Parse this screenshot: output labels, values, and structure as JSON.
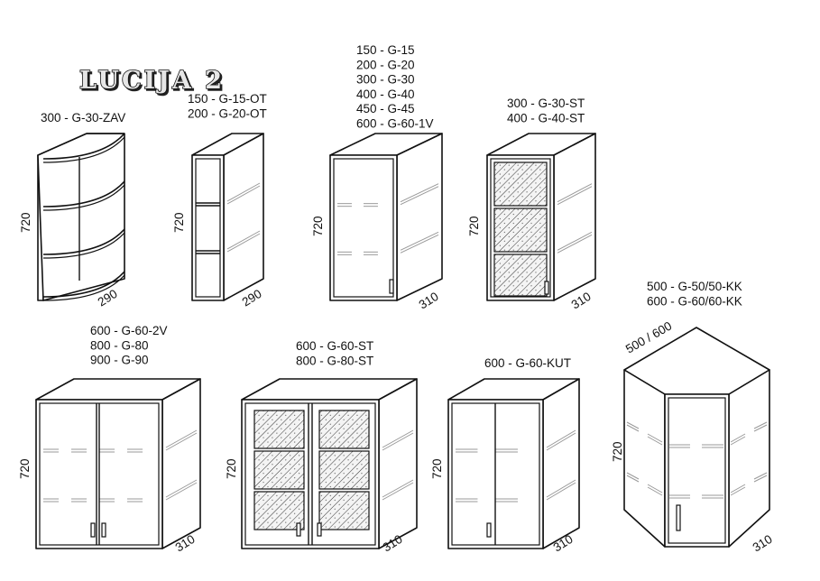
{
  "title": "LUCIJA 2",
  "cabinets": [
    {
      "codes": [
        "300 - G-30-ZAV"
      ],
      "height": "720",
      "depth": "290"
    },
    {
      "codes": [
        "150 - G-15-OT",
        "200 - G-20-OT"
      ],
      "height": "720",
      "depth": "290"
    },
    {
      "codes": [
        "150 - G-15",
        "200 - G-20",
        "300 - G-30",
        "400 - G-40",
        "450 - G-45",
        "600 - G-60-1V"
      ],
      "height": "720",
      "depth": "310"
    },
    {
      "codes": [
        "300 - G-30-ST",
        "400 - G-40-ST"
      ],
      "height": "720",
      "depth": "310"
    },
    {
      "codes": [
        "600 - G-60-2V",
        "800 - G-80",
        "900 - G-90"
      ],
      "height": "720",
      "depth": "310"
    },
    {
      "codes": [
        "600 - G-60-ST",
        "800 - G-80-ST"
      ],
      "height": "720",
      "depth": "310"
    },
    {
      "codes": [
        "600 - G-60-KUT"
      ],
      "height": "720",
      "depth": "310"
    },
    {
      "codes": [
        "500 - G-50/50-KK",
        "600 - G-60/60-KK"
      ],
      "height": "720",
      "depth": "310",
      "width": "500 / 600"
    }
  ]
}
